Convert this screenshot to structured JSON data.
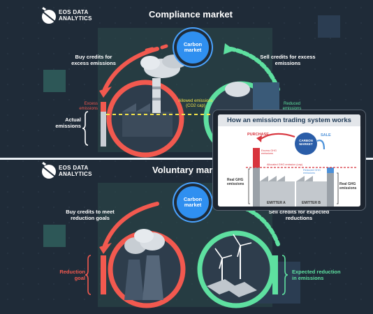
{
  "brand": {
    "name_line1": "EOS DATA",
    "name_line2": "ANALYTICS"
  },
  "compliance": {
    "title": "Compliance market",
    "center": "Carbon market",
    "buy_label": "Buy credits for excess emissions",
    "sell_label": "Sell credits for excess emissions",
    "excess_label": "Excess emissions",
    "actual_label": "Actual emissions",
    "allowed_label": "Allowed emissions (CO2 cap)",
    "reduced_label": "Reduced emissions"
  },
  "voluntary": {
    "title": "Voluntary market",
    "center": "Carbon market",
    "buy_label": "Buy credits to meet reduction goals",
    "sell_label": "Sell credits for expected reductions",
    "reduction_goal_label": "Reduction goal",
    "expected_label": "Expected reduction in emissions"
  },
  "overlay": {
    "title": "How an emission trading system works",
    "purchase": "PURCHASE",
    "sale": "SALE",
    "center": "CARBON MARKET",
    "excess": "Excess GHG emissions",
    "allocated": "Allocated GHG emission (cap)",
    "reduced": "Reduced GHG emissions",
    "real_left": "Real GHG emissions",
    "real_right": "Real GHG emissions",
    "emitter_a": "EMITTER A",
    "emitter_b": "EMITTER B"
  },
  "colors": {
    "background": "#1f2b38",
    "red": "#f2594f",
    "green": "#5ee0a0",
    "blue": "#2f8ff0",
    "yellow": "#f2e34a"
  }
}
